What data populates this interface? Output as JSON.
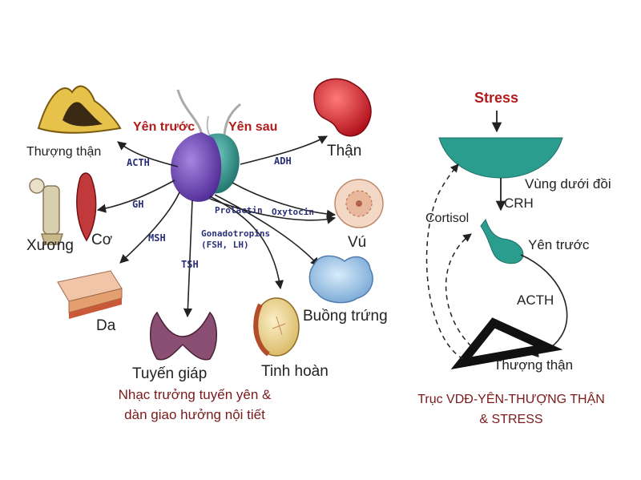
{
  "left": {
    "pituitary": {
      "anterior": "Yên trước",
      "posterior": "Yên sau"
    },
    "hormones": {
      "acth": "ACTH",
      "gh": "GH",
      "msh": "MSH",
      "tsh": "TSH",
      "prolactin": "Prolactin",
      "oxytocin": "Oxytocin",
      "adh": "ADH",
      "gonadotropins": "Gonadotropins",
      "gonadotropins_sub": "(FSH, LH)"
    },
    "organs": {
      "adrenal": "Thượng thận",
      "bone": "Xương",
      "muscle": "Cơ",
      "skin": "Da",
      "thyroid": "Tuyến giáp",
      "testis": "Tinh hoàn",
      "ovary": "Buồng trứng",
      "breast": "Vú",
      "kidney": "Thận"
    },
    "caption": [
      "Nhạc trưởng tuyến yên &",
      "dàn giao hưởng nội tiết"
    ]
  },
  "right": {
    "stress": "Stress",
    "hypothalamus": "Vùng dưới đồi",
    "crh": "CRH",
    "cortisol": "Cortisol",
    "anterior_pituitary": "Yên trước",
    "acth": "ACTH",
    "adrenal": "Thượng thận",
    "caption": [
      "Trục VDĐ-YÊN-THƯỢNG THẬN",
      "& STRESS"
    ]
  },
  "colors": {
    "anterior_lobe": "#6a3fb0",
    "posterior_lobe": "#2c8f86",
    "hormone_text": "#2b2f78",
    "title_red": "#b11b1b",
    "hypothalamus": "#2a9d8f",
    "caption": "#7a1a1a"
  }
}
